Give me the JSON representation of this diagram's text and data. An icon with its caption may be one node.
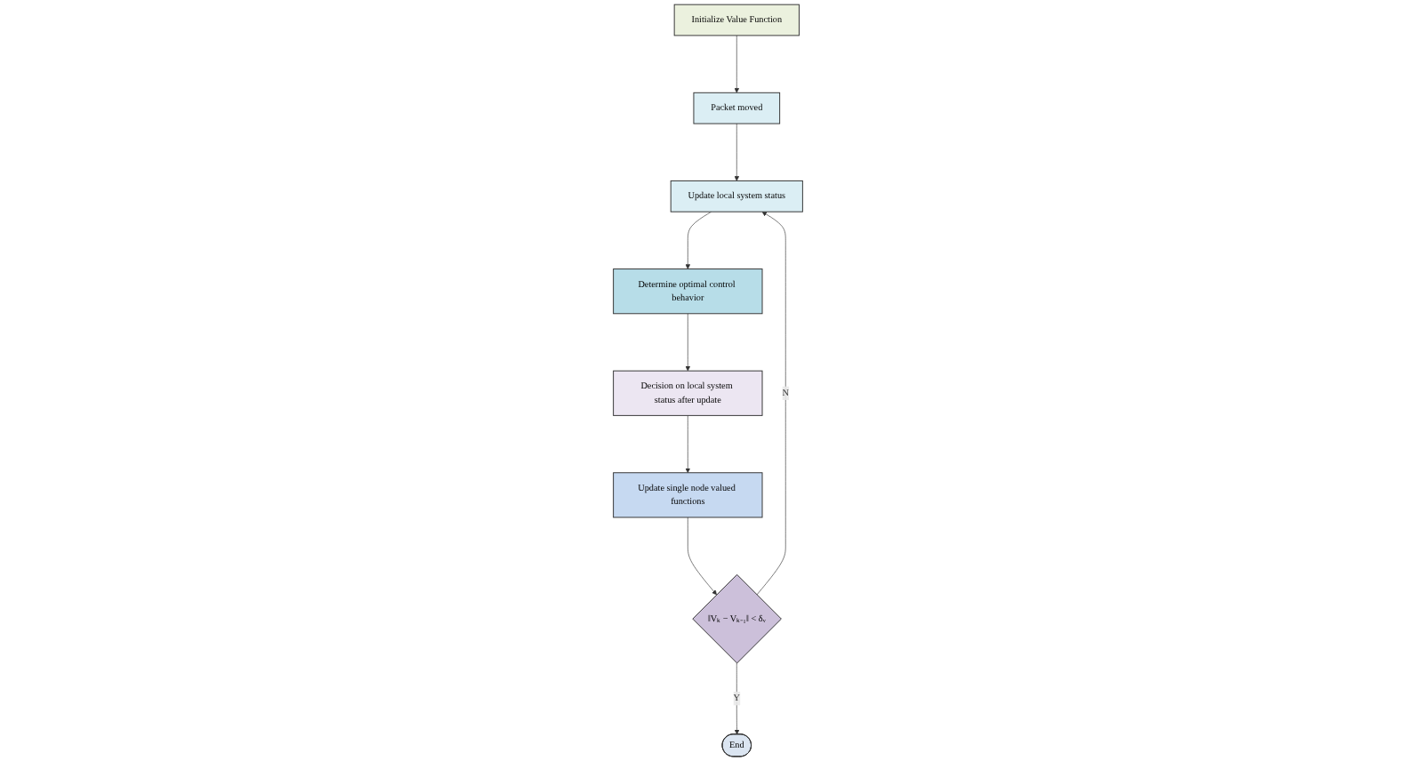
{
  "diagram": {
    "nodes": [
      {
        "text": [
          "Initialize Value Function"
        ]
      },
      {
        "text": [
          "Packet moved"
        ]
      },
      {
        "text": [
          "Update local system status"
        ]
      },
      {
        "text": [
          "Determine optimal control behavior"
        ]
      },
      {
        "text": [
          "Decision on local system status after update"
        ]
      },
      {
        "text": [
          "Update single node valued functions"
        ]
      },
      {
        "text": [
          "‖Vₖ − Vₖ₋₁‖ < δᵥ"
        ]
      },
      {
        "text": [
          "End"
        ]
      }
    ],
    "edges": [
      {
        "from": 0,
        "to": 1,
        "arrow": "to"
      },
      {
        "from": 1,
        "to": 2,
        "arrow": "to"
      },
      {
        "from": 2,
        "to": 3,
        "arrow": "to"
      },
      {
        "from": 3,
        "to": 4,
        "arrow": "to"
      },
      {
        "from": 4,
        "to": 5,
        "arrow": "to"
      },
      {
        "from": 5,
        "to": 6,
        "arrow": "to"
      },
      {
        "from": 6,
        "to": 7,
        "label": "Y",
        "arrow": "to"
      },
      {
        "from": 6,
        "to": 2,
        "label": "N",
        "arrow": "to"
      }
    ]
  }
}
